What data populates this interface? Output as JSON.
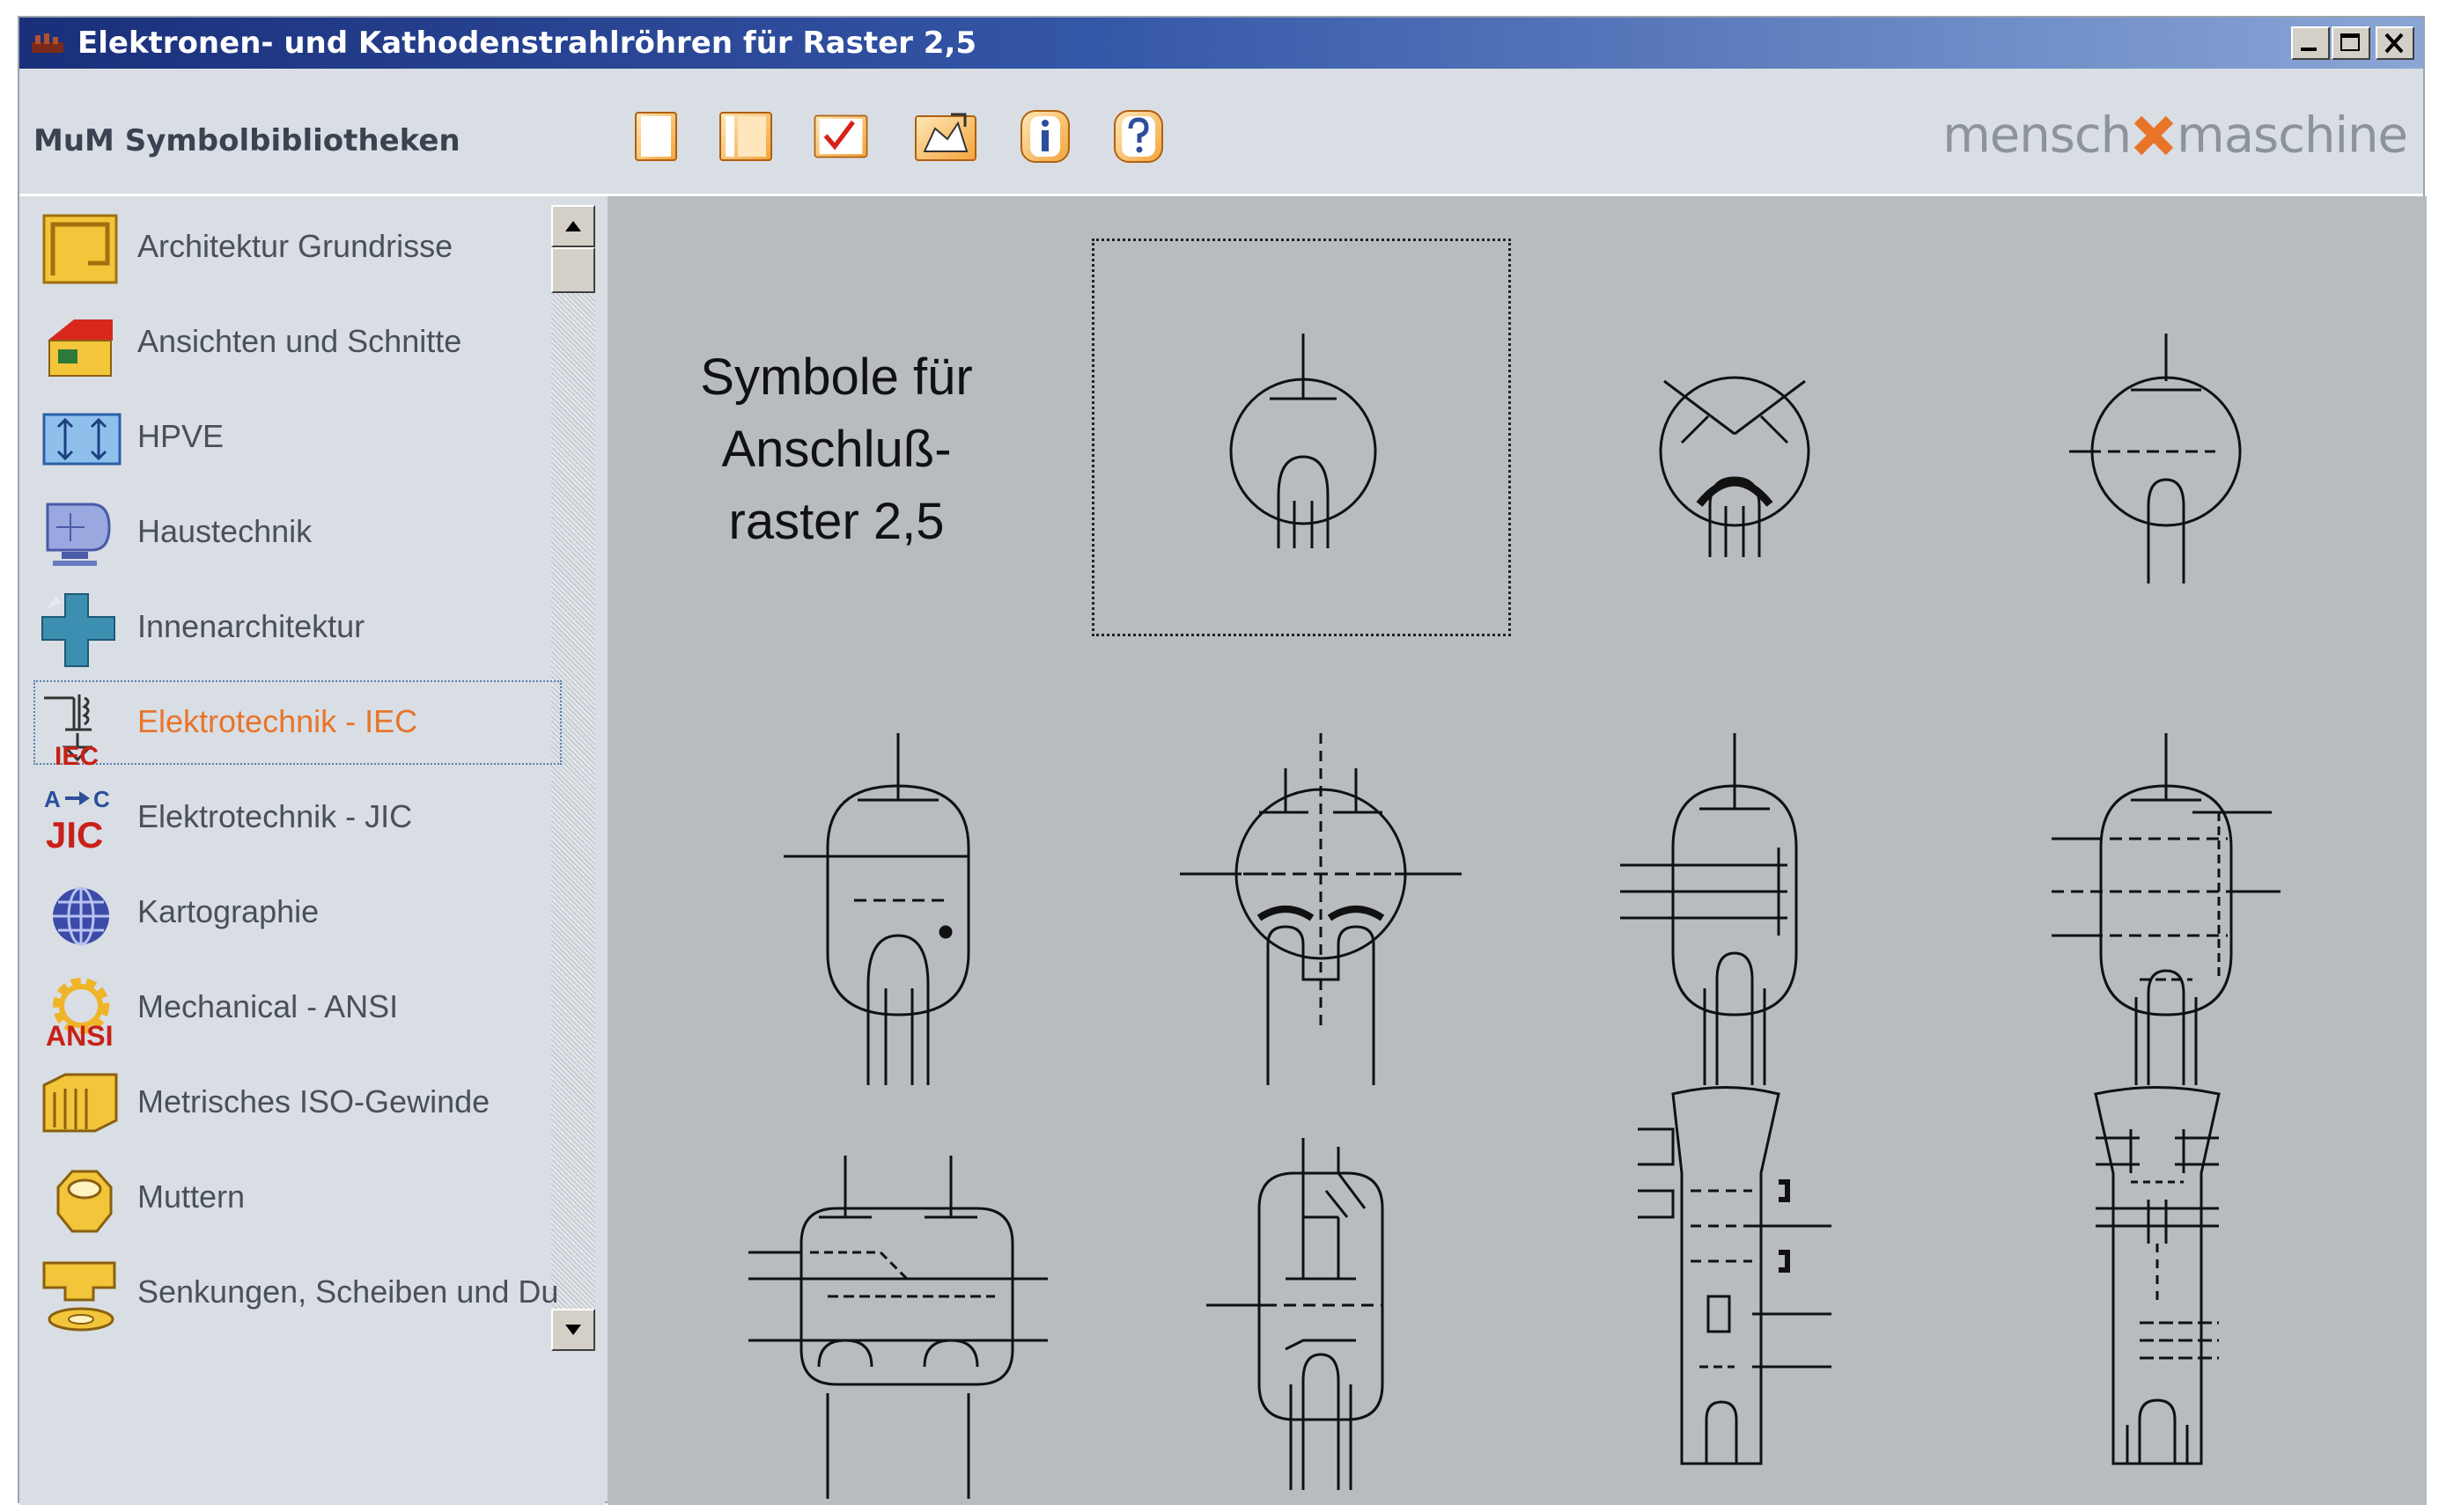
{
  "window": {
    "title": "Elektronen- und Kathodenstrahlröhren für Raster 2,5"
  },
  "header": {
    "library_title": "MuM Symbolbibliotheken",
    "logo_left": "mensch",
    "logo_right": "maschine",
    "toolbar": [
      "new-page-icon",
      "book-icon",
      "checklist-icon",
      "export-icon",
      "info-icon",
      "help-icon"
    ]
  },
  "sidebar": {
    "items": [
      {
        "label": "Architektur Grundrisse",
        "icon": "floorplan-icon"
      },
      {
        "label": "Ansichten und Schnitte",
        "icon": "house-icon"
      },
      {
        "label": "HPVE",
        "icon": "hpve-icon"
      },
      {
        "label": "Haustechnik",
        "icon": "monitor-icon"
      },
      {
        "label": "Innenarchitektur",
        "icon": "interior-icon"
      },
      {
        "label": "Elektrotechnik - IEC",
        "icon": "iec-icon",
        "selected": true,
        "badge": "IEC"
      },
      {
        "label": "Elektrotechnik - JIC",
        "icon": "jic-icon",
        "badge": "JIC"
      },
      {
        "label": "Kartographie",
        "icon": "globe-icon"
      },
      {
        "label": "Mechanical - ANSI",
        "icon": "gear-icon",
        "badge": "ANSI"
      },
      {
        "label": "Metrisches ISO-Gewinde",
        "icon": "thread-icon"
      },
      {
        "label": "Muttern",
        "icon": "nut-icon"
      },
      {
        "label": "Senkungen, Scheiben und Du",
        "icon": "washer-icon"
      }
    ]
  },
  "canvas": {
    "note": [
      "Symbole für",
      "Anschluß-",
      "raster 2,5"
    ],
    "symbols": [
      "triode-tube",
      "magic-eye-tube",
      "tetrode-tube",
      "pentode-tube",
      "double-triode-tube",
      "hexode-tube",
      "heptode-tube",
      "double-tube",
      "thyratron-tube",
      "crt-tube-a",
      "crt-tube-b"
    ]
  },
  "colors": {
    "accent": "#e8742a",
    "title_bar": "#1a2f7a",
    "canvas_bg": "#b8bcc0"
  }
}
